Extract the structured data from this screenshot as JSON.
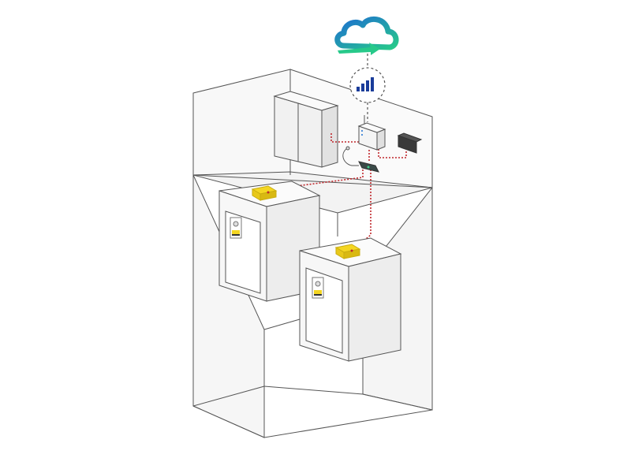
{
  "diagram": {
    "type": "elevator-cloud-monitoring-illustration",
    "colors": {
      "background": "#ffffff",
      "wall_line": "#555555",
      "wall_fill": "#f7f7f7",
      "wall_side": "#ececec",
      "wire": "#c0282d",
      "device_yellow": "#f4d622",
      "device_yellow_dark": "#c9ad10",
      "cloud_blue": "#1d6fd1",
      "cloud_green": "#27c98a",
      "signal_blue": "#1a3c9a",
      "dark_box": "#3a3a3a"
    },
    "icons": {
      "cloud": "cloud-sync-icon",
      "signal": "cellular-signal-icon",
      "router": "gateway-router-icon",
      "panel": "controller-box-icon",
      "module": "io-module-icon",
      "phone": "handset-icon"
    },
    "elevators": [
      {
        "name": "left-elevator-car",
        "device": "car-top-sensor",
        "panel": "car-call-panel"
      },
      {
        "name": "right-elevator-car",
        "device": "car-top-sensor",
        "panel": "car-call-panel"
      }
    ]
  }
}
